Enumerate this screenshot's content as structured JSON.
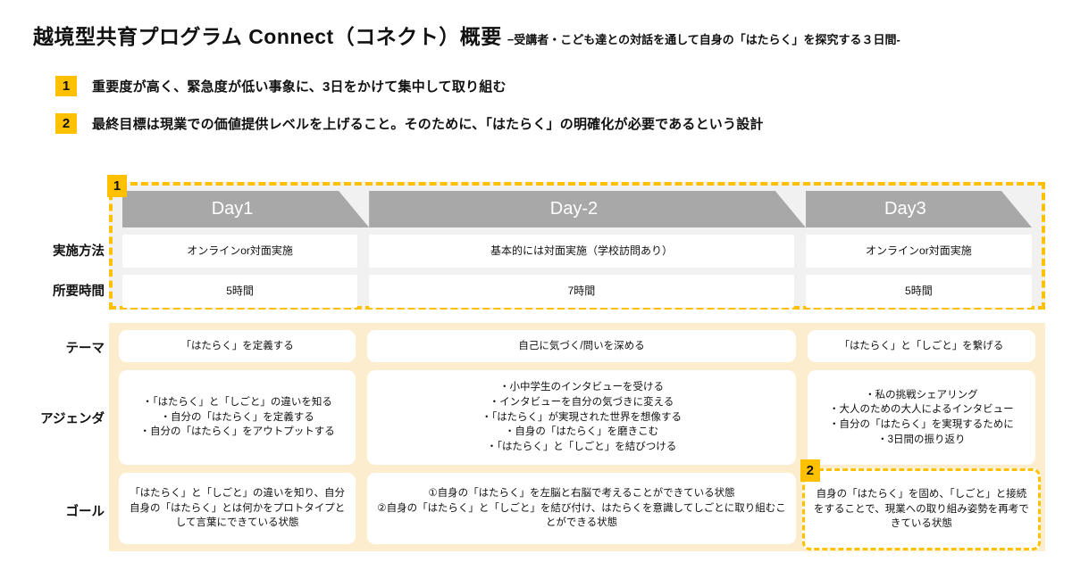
{
  "title": {
    "main": "越境型共育プログラム Connect（コネクト）概要",
    "subtitle": "−受講者・こども達との対話を通して自身の「はたらく」を探究する３日間-"
  },
  "key_points": [
    {
      "number": "1",
      "text": "重要度が高く、緊急度が低い事象に、3日をかけて集中して取り組む"
    },
    {
      "number": "2",
      "text": "最終目標は現業での価値提供レベルを上げること。そのために、「はたらく」の明確化が必要であるという設計"
    }
  ],
  "table": {
    "annotation_1": "1",
    "annotation_2": "2",
    "day_headers": [
      "Day1",
      "Day-2",
      "Day3"
    ],
    "row_labels": {
      "method": "実施方法",
      "duration": "所要時間",
      "theme": "テーマ",
      "agenda": "アジェンダ",
      "goal": "ゴール"
    },
    "method": [
      "オンラインor対面実施",
      "基本的には対面実施（学校訪問あり）",
      "オンラインor対面実施"
    ],
    "duration": [
      "5時間",
      "7時間",
      "5時間"
    ],
    "theme": [
      "「はたらく」を定義する",
      "自己に気づく/問いを深める",
      "「はたらく」と「しごと」を繋げる"
    ],
    "agenda": [
      "・「はたらく」と「しごと」の違いを知る\n・自分の「はたらく」を定義する\n・自分の「はたらく」をアウトプットする",
      "・小中学生のインタビューを受ける\n・インタビューを自分の気づきに変える\n・「はたらく」が実現された世界を想像する\n・自身の「はたらく」を磨きこむ\n・「はたらく」と「しごと」を結びつける",
      "・私の挑戦シェアリング\n・大人のための大人によるインタビュー\n・自分の「はたらく」を実現するために\n・3日間の振り返り"
    ],
    "goal": [
      "「はたらく」と「しごと」の違いを知り、自分自身の「はたらく」とは何かをプロトタイプとして言葉にできている状態",
      "①自身の「はたらく」を左脳と右脳で考えることができている状態\n②自身の「はたらく」と「しごと」を結び付け、はたらくを意識してしごとに取り組むことができる状態",
      "自身の「はたらく」を固め、「しごと」と接続をすることで、現業への取り組み姿勢を再考できている状態"
    ]
  },
  "colors": {
    "accent": "#FFC000",
    "banner_gray": "#A8A8A8",
    "upper_bg": "#F1F1F1",
    "lower_bg": "#FCEDCF"
  }
}
